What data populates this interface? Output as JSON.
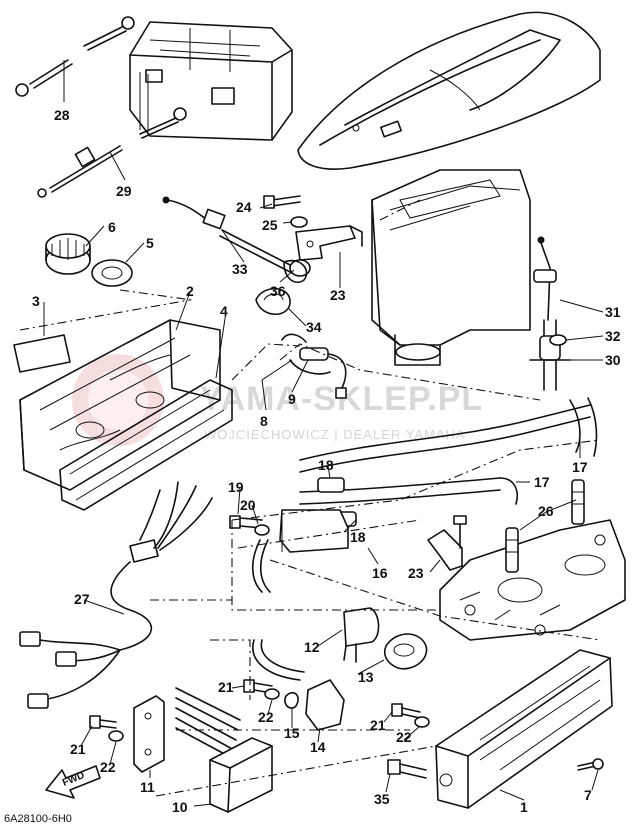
{
  "diagram": {
    "code": "6A28100-6H0",
    "watermark": {
      "main": "YAMA-SKLEP.PL",
      "sub": "WOJCIECHOWICZ | DEALER YAMAHA"
    },
    "fwd_label": "FWD",
    "callouts": [
      "28",
      "29",
      "6",
      "5",
      "3",
      "2",
      "4",
      "24",
      "25",
      "33",
      "23",
      "36",
      "34",
      "9",
      "8",
      "31",
      "32",
      "30",
      "17",
      "18",
      "19",
      "20",
      "16",
      "26",
      "27",
      "12",
      "13",
      "21",
      "22",
      "15",
      "14",
      "11",
      "10",
      "35",
      "1",
      "7"
    ]
  }
}
